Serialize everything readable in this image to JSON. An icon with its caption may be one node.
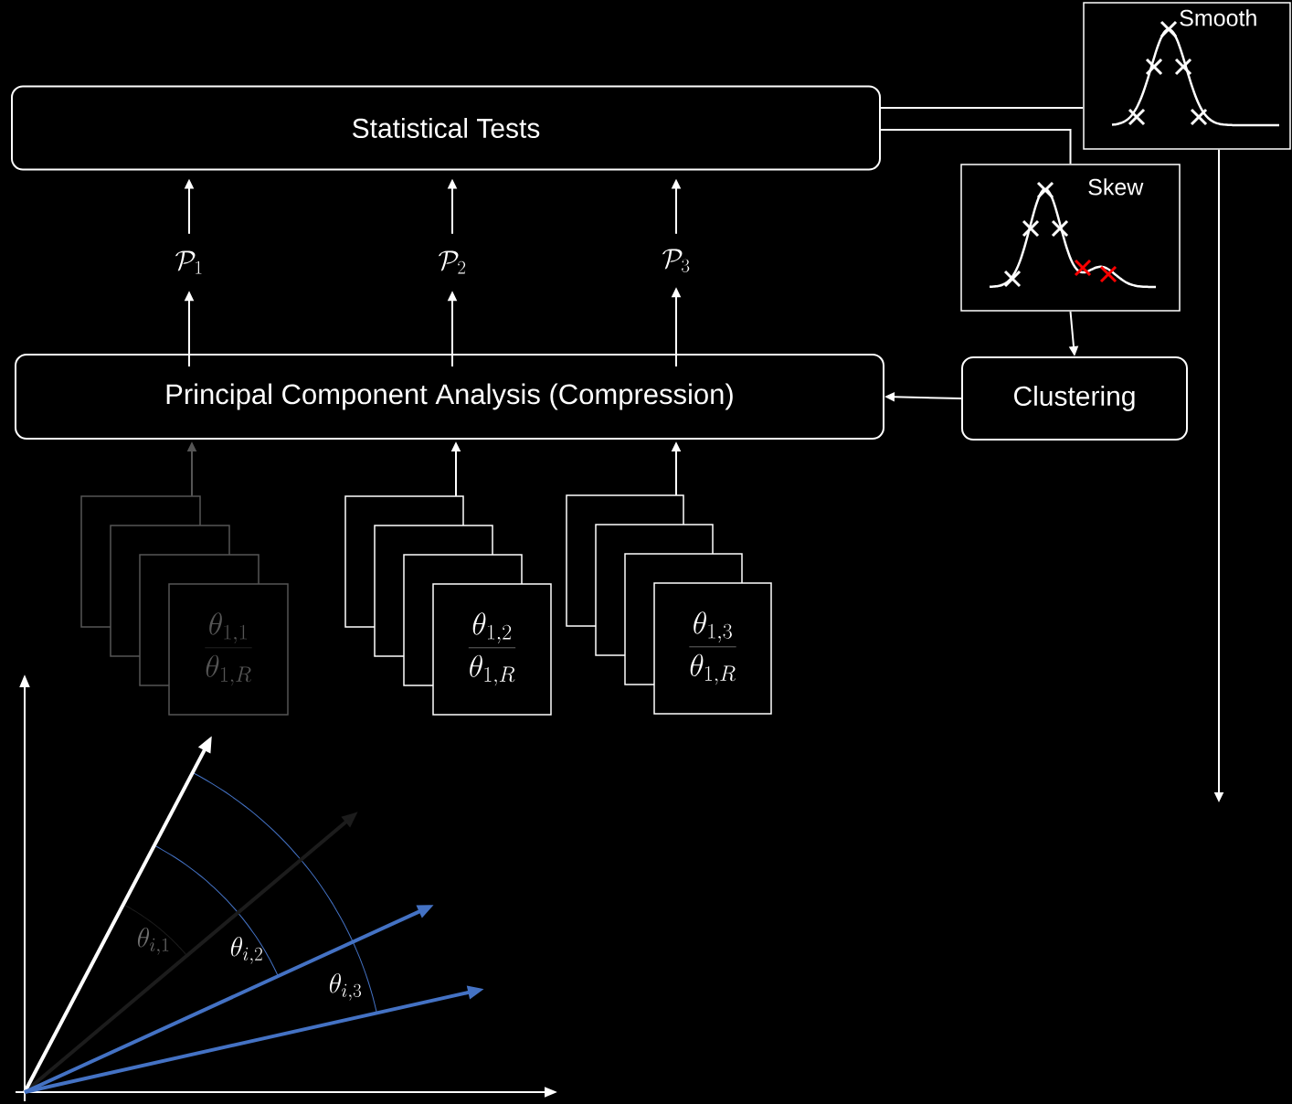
{
  "diagram": {
    "nodes": [
      {
        "text": [
          "Statistical Tests"
        ]
      },
      {
        "text": [
          "Principal Component Analysis (Compression)"
        ]
      },
      {
        "text": [
          "Smooth"
        ]
      },
      {
        "text": [
          "Skew"
        ]
      },
      {
        "text": [
          "Clustering"
        ]
      },
      {
        "text": [
          "\\mathcal{P}_1"
        ]
      },
      {
        "text": [
          "\\mathcal{P}_2"
        ]
      },
      {
        "text": [
          "\\mathcal{P}_3"
        ]
      },
      {
        "text": [
          "\\frac{\\theta_{1,1}}{\\theta_{1,R}}"
        ]
      },
      {
        "text": [
          "\\frac{\\theta_{1,2}}{\\theta_{1,R}}"
        ]
      },
      {
        "text": [
          "\\frac{\\theta_{1,3}}{\\theta_{1,R}}"
        ]
      }
    ],
    "edges": [
      {
        "from": 8,
        "to": 1,
        "arrow": "to",
        "color": "#555555"
      },
      {
        "from": 9,
        "to": 1,
        "arrow": "to"
      },
      {
        "from": 10,
        "to": 1,
        "arrow": "to"
      },
      {
        "from": 1,
        "to": 5,
        "arrow": "to"
      },
      {
        "from": 5,
        "to": 0,
        "arrow": "to"
      },
      {
        "from": 1,
        "to": 6,
        "arrow": "to"
      },
      {
        "from": 6,
        "to": 0,
        "arrow": "to"
      },
      {
        "from": 1,
        "to": 7,
        "arrow": "to"
      },
      {
        "from": 7,
        "to": 0,
        "arrow": "to"
      },
      {
        "from": 4,
        "to": 1,
        "arrow": "to"
      },
      {
        "from": 3,
        "to": 4,
        "arrow": "to"
      },
      {
        "from": 0,
        "to": 2,
        "arrow": "none"
      },
      {
        "from": 0,
        "to": 3,
        "arrow": "none"
      },
      {
        "from": 2,
        "to": null,
        "arrow": "to"
      }
    ],
    "labels": [
      "\\theta_{i,1}",
      "\\theta_{i,2}",
      "\\theta_{i,3}"
    ]
  }
}
